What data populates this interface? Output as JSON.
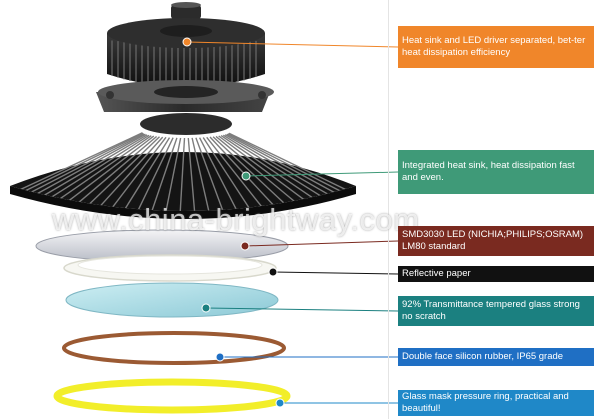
{
  "watermark": "www.china-brightway.com",
  "callouts": [
    {
      "text": "Heat sink and LED driver separated, bet-ter heat dissipation efficiency",
      "color": "#f0862a"
    },
    {
      "text": "Integrated heat sink, heat dissipation fast and even.",
      "color": "#3f9a78"
    },
    {
      "text": "SMD3030 LED (NICHIA;PHILIPS;OSRAM) LM80 standard",
      "color": "#7a2a20"
    },
    {
      "text": "Reflective paper",
      "color": "#111111"
    },
    {
      "text": "92% Transmittance tempered glass strong no scratch",
      "color": "#1b8080"
    },
    {
      "text": "Double face silicon rubber, IP65 grade",
      "color": "#1f6fc4"
    },
    {
      "text": "Glass mask pressure ring, practical and beautiful!",
      "color": "#1f88c8"
    }
  ]
}
